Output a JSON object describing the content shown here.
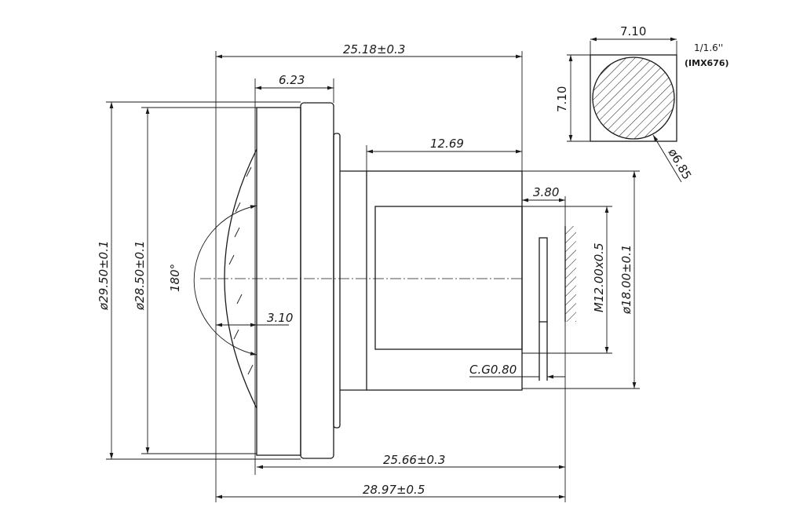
{
  "drawing": {
    "dimensions": {
      "overall_length": "25.18±0.3",
      "front_ring_length": "6.23",
      "barrel_length": "12.69",
      "flange_offset": "3.80",
      "thread": "M12.00x0.5",
      "barrel_diameter": "ø18.00±0.1",
      "chamfer": "C.G0.80",
      "length_to_sensor": "25.66±0.3",
      "total_length": "28.97±0.5",
      "outer_diameter": "ø29.50±0.1",
      "inner_diameter": "ø28.50±0.1",
      "field_of_view": "180°",
      "dome_height": "3.10"
    },
    "sensor": {
      "width": "7.10",
      "height": "7.10",
      "image_circle": "ø6.85",
      "format": "1/1.6''",
      "model": "(IMX676)"
    }
  }
}
